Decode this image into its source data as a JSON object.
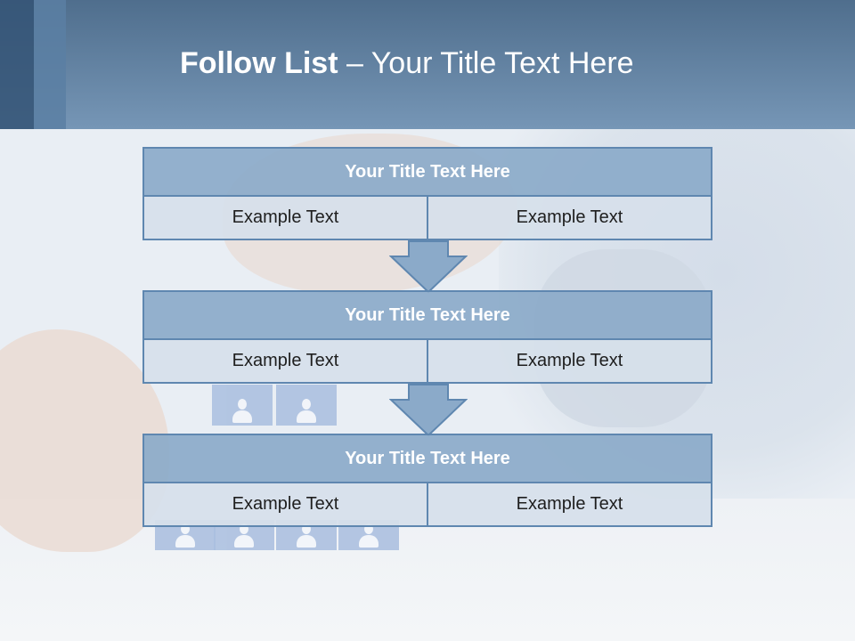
{
  "slide": {
    "title_bold": "Follow List",
    "title_rest": " – Your Title Text Here"
  },
  "steps": [
    {
      "title": "Your Title Text Here",
      "left": "Example Text",
      "right": "Example Text"
    },
    {
      "title": "Your Title Text Here",
      "left": "Example Text",
      "right": "Example Text"
    },
    {
      "title": "Your Title Text Here",
      "left": "Example Text",
      "right": "Example Text"
    }
  ],
  "colors": {
    "header": "#6f8fb0",
    "box_title_fill": "#8baac9",
    "box_cell_fill": "#d6e0eb",
    "box_border": "#5f87b0"
  },
  "icons": {
    "arrow": "down-arrow-icon",
    "background_figures": "person-icon"
  }
}
